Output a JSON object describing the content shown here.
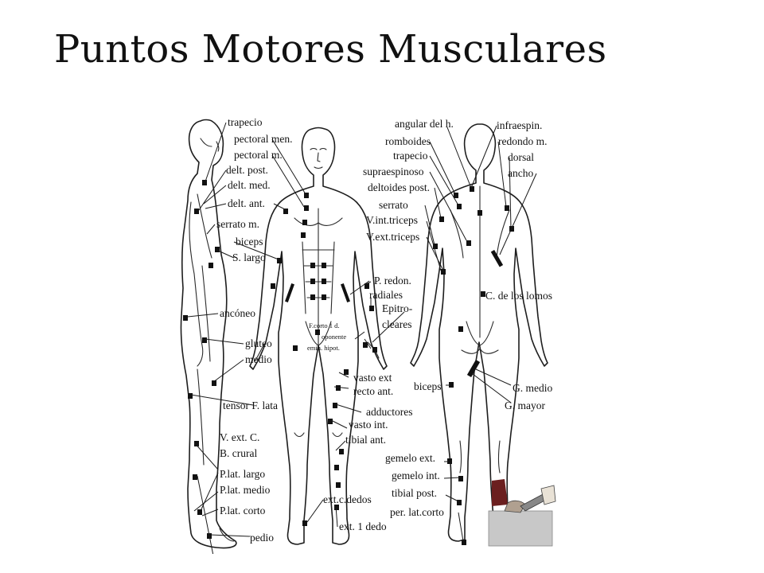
{
  "slide": {
    "title": "Puntos Motores Musculares"
  },
  "labels": {
    "trapecio_front": "trapecio",
    "pectoral_men": "pectoral men.",
    "pectoral_m": "pectoral m.",
    "delt_post": "delt. post.",
    "delt_med": "delt. med.",
    "delt_ant": "delt. ant.",
    "serrato_m": "serrato m.",
    "biceps_front": "biceps",
    "s_largo": "S. largo",
    "anconeo": "ancóneo",
    "gluteo": "gluteo",
    "medio": "medio",
    "tensor_f_lata": "tensor F. lata",
    "v_ext_c": "V. ext. C.",
    "b_crural": "B. crural",
    "p_lat_largo": "P.lat. largo",
    "p_lat_medio": "P.lat. medio",
    "p_lat_corto": "P.lat. corto",
    "pedio": "pedio",
    "f_corto": "F.corto 1 d.",
    "oponente": "oponente",
    "emin_hipot": "emin. hipot.",
    "p_redon": "P. redon.",
    "radiales": "radiales",
    "epitro": "Epitro-",
    "cleares": "cleares",
    "vasto_ext": "vasto ext",
    "recto_ant": "recto ant.",
    "adductores": "adductores",
    "vasto_int": "vasto int.",
    "tibial_ant": "tibial ant.",
    "ext_c_dedos": "ext.c.dedos",
    "ext_1_dedo": "ext. 1 dedo",
    "angular_del_h": "angular del h.",
    "romboides": "romboides",
    "trapecio_back": "trapecio",
    "supraespinoso": "supraespinoso",
    "deltoides_post": "deltoides post.",
    "serrato_back": "serrato",
    "v_int_triceps": "V.int.triceps",
    "v_ext_triceps": "V.ext.triceps",
    "infraespin": "infraespin.",
    "redondo_m": "redondo m.",
    "dorsal": "dorsal",
    "ancho": "ancho",
    "c_de_los_lomos": "C. de los lomos",
    "biceps_back": "biceps",
    "g_medio": "G. medio",
    "g_mayor": "G. mayor",
    "gemelo_ext": "gemelo ext.",
    "gemelo_int": "gemelo int.",
    "tibial_post": "tibial post.",
    "per_lat_corto": "per. lat.corto"
  }
}
